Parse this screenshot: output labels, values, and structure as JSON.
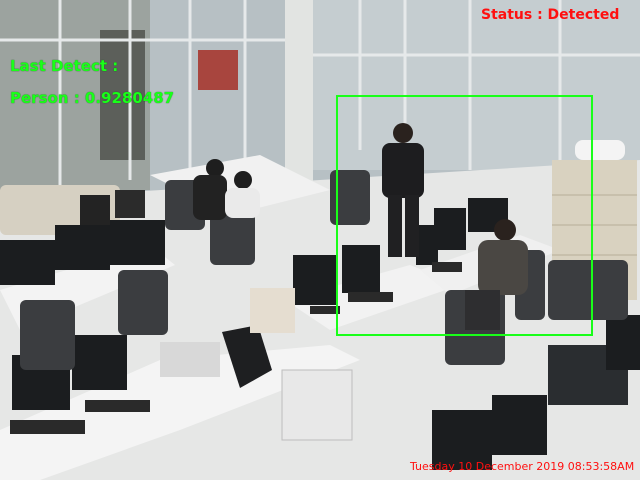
{
  "overlay": {
    "status_text": "Status : Detected",
    "last_detect_label": "Last Detect :",
    "person_text": "Person : 0.9280487",
    "timestamp": "Tuesday 10 December 2019 08:53:58AM"
  },
  "colors": {
    "detection_green": "#19ff19",
    "status_red": "#ff1010"
  }
}
